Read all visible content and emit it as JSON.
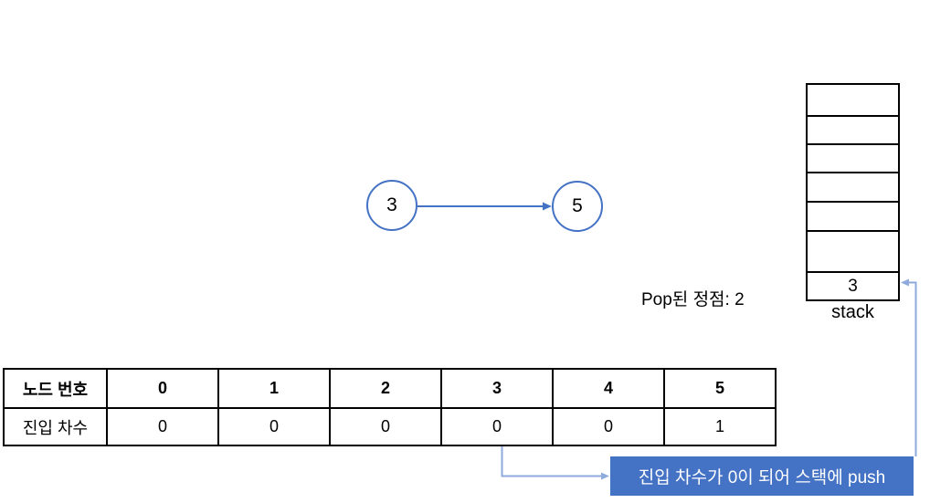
{
  "graph": {
    "node_a": "3",
    "node_b": "5"
  },
  "stack": {
    "label": "stack",
    "cells": [
      "",
      "",
      "",
      "",
      "",
      "",
      "3"
    ]
  },
  "status_text": "Pop된 정점: 2",
  "table": {
    "rows": [
      {
        "header": "노드 번호",
        "values": [
          "0",
          "1",
          "2",
          "3",
          "4",
          "5"
        ]
      },
      {
        "header": "진입 차수",
        "values": [
          "0",
          "0",
          "0",
          "0",
          "0",
          "1"
        ]
      }
    ]
  },
  "callout": {
    "text": "진입 차수가 0이 되어 스택에 push"
  },
  "colors": {
    "accent": "#4472C4",
    "connector": "#8FAADC",
    "line": "#000000",
    "text": "#000000",
    "callout_text": "#FFFFFF"
  }
}
